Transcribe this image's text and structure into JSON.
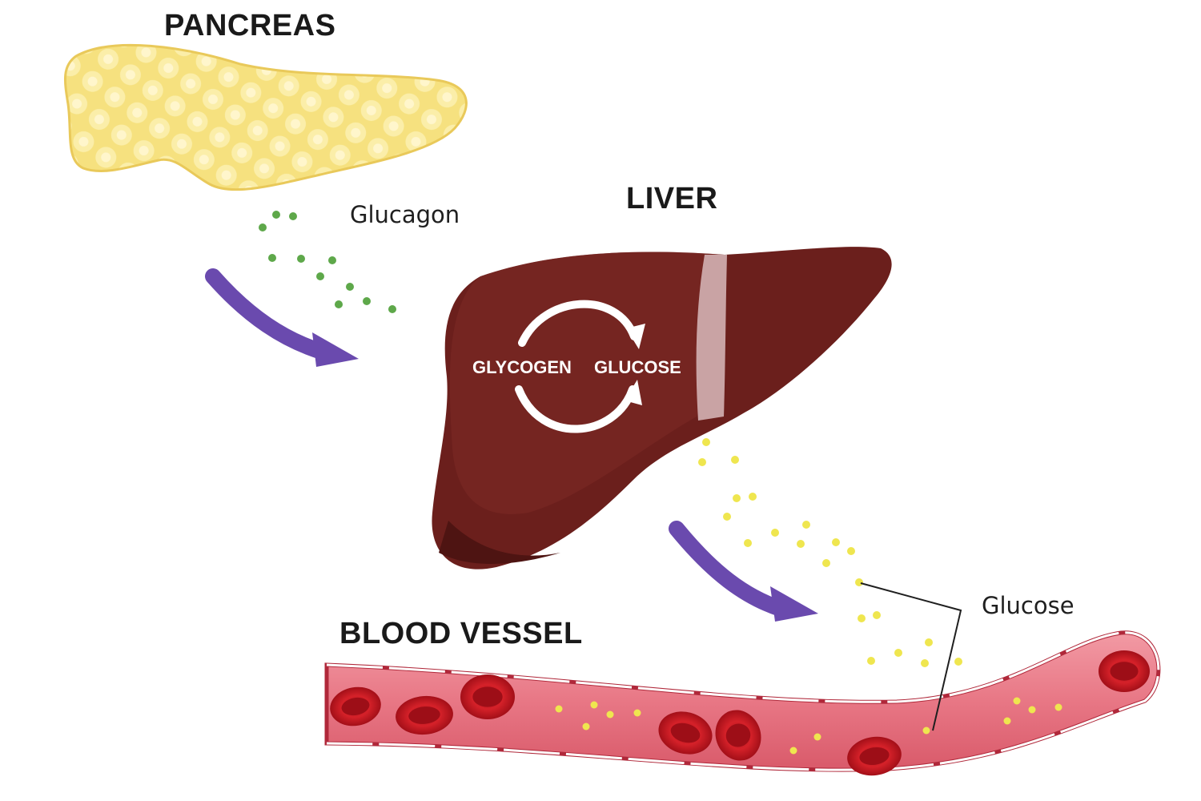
{
  "labels": {
    "pancreas": "PANCREAS",
    "liver": "LIVER",
    "blood_vessel": "BLOOD VESSEL",
    "glucagon": "Glucagon",
    "glucose": "Glucose"
  },
  "cycle": {
    "left": "GLYCOGEN",
    "right": "GLUCOSE"
  },
  "colors": {
    "pancreas": "#f3dc7a",
    "liver": "#6b1f1c",
    "vessel": "#e8707e",
    "vessel_wall": "#b0283a",
    "red_cell": "#c0171f",
    "glucagon_dot": "#5ea84a",
    "glucose_dot": "#efe64f",
    "arrow": "#6a4aae"
  }
}
